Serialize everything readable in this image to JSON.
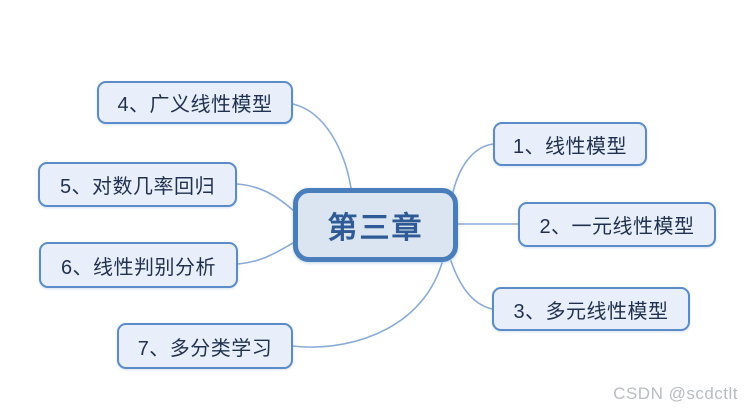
{
  "mindmap": {
    "root": {
      "label": "第三章"
    },
    "branches": [
      {
        "id": "1",
        "label": "1、线性模型",
        "side": "right"
      },
      {
        "id": "2",
        "label": "2、一元线性模型",
        "side": "right"
      },
      {
        "id": "3",
        "label": "3、多元线性模型",
        "side": "right"
      },
      {
        "id": "4",
        "label": "4、广义线性模型",
        "side": "left"
      },
      {
        "id": "5",
        "label": "5、对数几率回归",
        "side": "left"
      },
      {
        "id": "6",
        "label": "6、线性判别分析",
        "side": "left"
      },
      {
        "id": "7",
        "label": "7、多分类学习",
        "side": "left"
      }
    ],
    "colors": {
      "root_border": "#4a7ebb",
      "root_fill": "#dbe5f2",
      "root_text": "#2e5b95",
      "branch_border": "#5b8bc9",
      "branch_fill": "#e9effa",
      "branch_text": "#1f3050",
      "connector": "#8aacd9",
      "background": "#ffffff"
    }
  },
  "watermark": {
    "text": "CSDN @scdctlt"
  }
}
